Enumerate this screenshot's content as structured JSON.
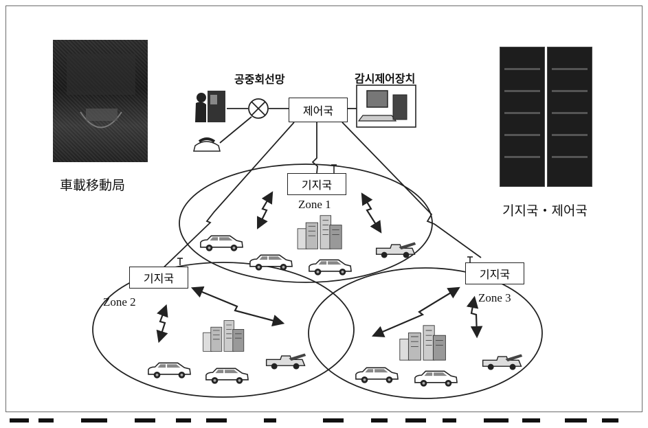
{
  "labels": {
    "public_network": "공중회선망",
    "monitor_control": "감시제어장치",
    "control_station": "제어국",
    "base_station_1": "기지국",
    "base_station_2": "기지국",
    "base_station_3": "기지국",
    "zone1": "Zone 1",
    "zone2": "Zone 2",
    "zone3": "Zone 3",
    "vehicle_station_caption": "車載移動局",
    "base_control_caption": "기지국・제어국"
  },
  "colors": {
    "line": "#222222",
    "frame": "#6a6a6a",
    "ink": "#111111"
  },
  "icons": [
    "exchange-cross-icon",
    "telephone-icon",
    "phone-booth-icon",
    "computer-icon",
    "antenna-icon",
    "car-icon",
    "truck-icon",
    "building-icon",
    "radio-link-icon"
  ]
}
